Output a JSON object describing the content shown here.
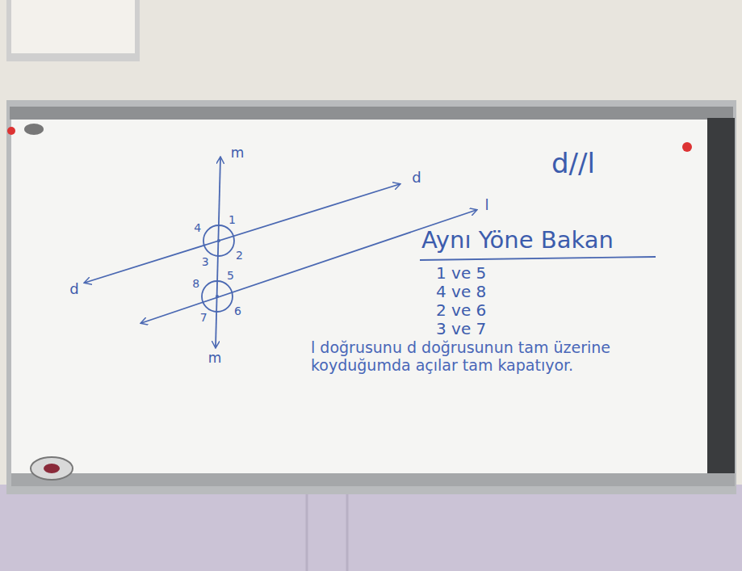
{
  "diagram": {
    "labels": [
      "m",
      "d//l",
      "d",
      "Aynı Yöne Bakan",
      "4",
      "1",
      "2",
      "3",
      "1 ve 5",
      "4 ve 8",
      "2 ve 6",
      "d",
      "l",
      "8",
      "5",
      "6",
      "7",
      "3 ve 7",
      "m",
      "l doğrusunu d doğrusunun tam üzerine koyduğumda açılar tam kapatıyor."
    ]
  }
}
